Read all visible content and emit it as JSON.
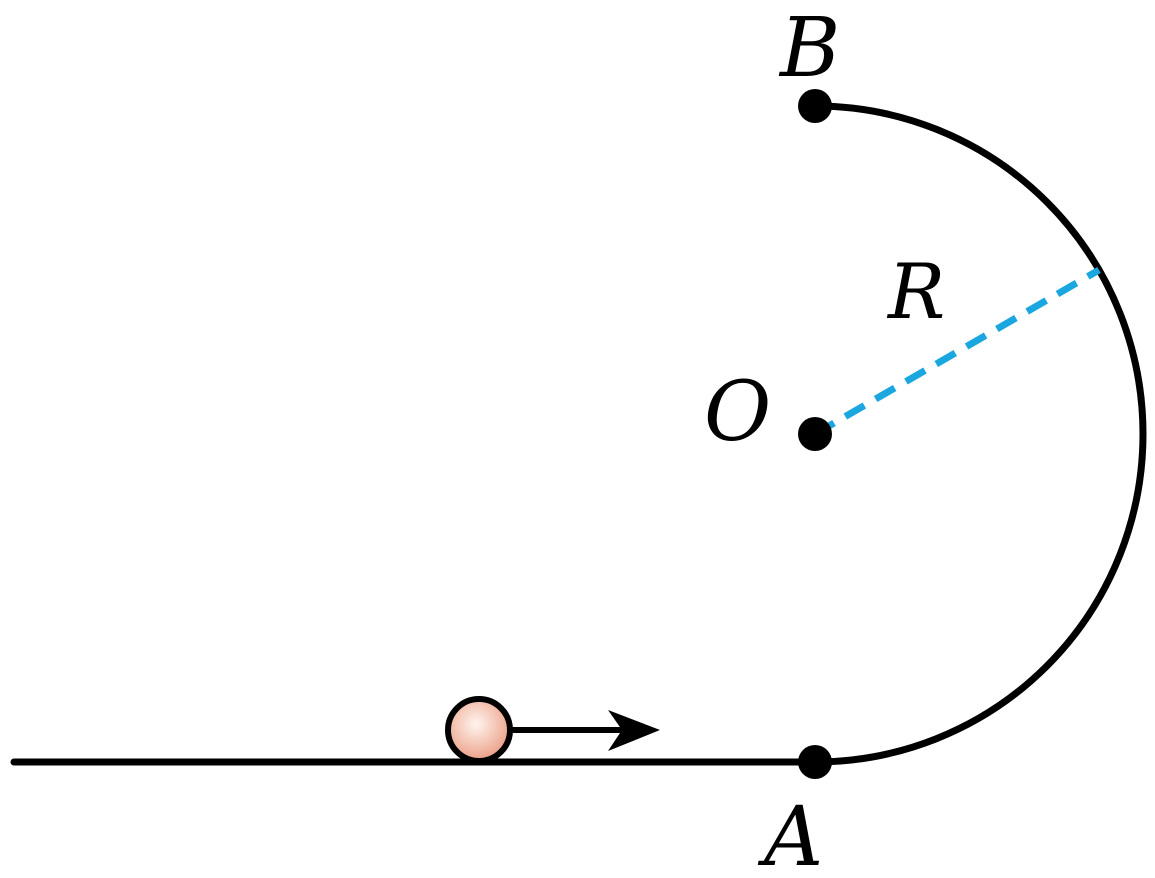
{
  "diagram": {
    "points": {
      "A": "A",
      "B": "B",
      "O": "O"
    },
    "radius_label": "R",
    "colors": {
      "track": "#000000",
      "radius_line": "#1aa7df",
      "ball_fill": "#f2b9a6",
      "ball_highlight": "#fff4ef",
      "arrow": "#000000"
    },
    "elements": {
      "track": "horizontal-track",
      "arc": "semicircular-track",
      "ball": "ball",
      "velocity": "velocity-arrow"
    }
  }
}
